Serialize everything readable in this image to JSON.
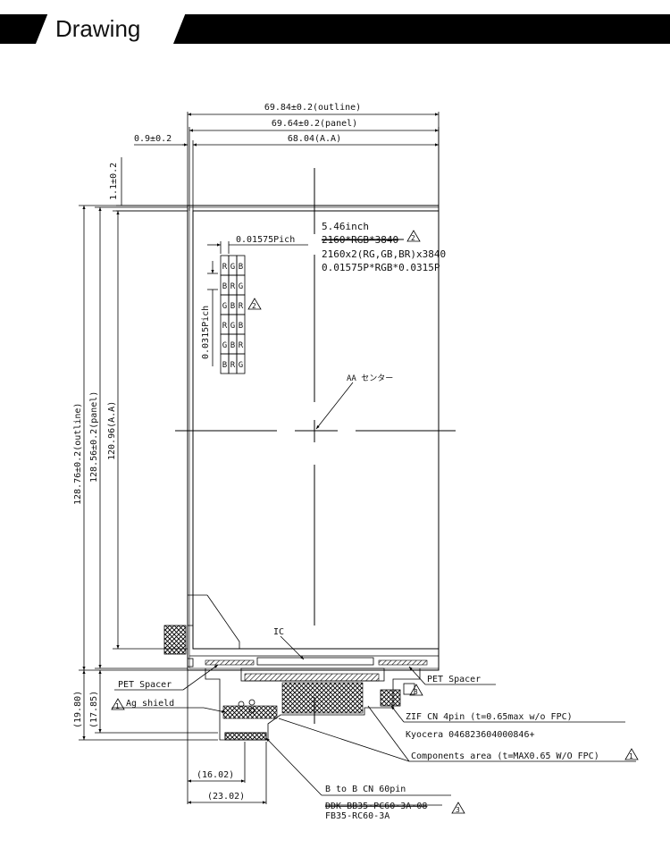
{
  "header": {
    "title": "Drawing"
  },
  "dimensions": {
    "outline_width": "69.84±0.2(outline)",
    "panel_width": "69.64±0.2(panel)",
    "aa_width": "68.04(A.A)",
    "left_offset": "0.9±0.2",
    "top_offset": "1.1±0.2",
    "outline_height": "128.76±0.2(outline)",
    "panel_height": "128.56±0.2(panel)",
    "aa_height": "120.96(A.A)",
    "fpc_height_a": "(19.80)",
    "fpc_height_b": "(17.85)",
    "connector_offset_a": "(16.02)",
    "connector_offset_b": "(23.02)"
  },
  "spec": {
    "size": "5.46inch",
    "old_resolution": "2160*RGB*3840",
    "resolution": "2160x2(RG,GB,BR)x3840",
    "pixel_pitch": "0.01575P*RGB*0.0315P",
    "rev_mark": "2"
  },
  "pixel_layout": {
    "h_pitch": "0.01575Pich",
    "v_pitch": "0.0315Pich",
    "rows": [
      [
        "R",
        "G",
        "B"
      ],
      [
        "B",
        "R",
        "G"
      ],
      [
        "G",
        "B",
        "R"
      ],
      [
        "R",
        "G",
        "B"
      ],
      [
        "G",
        "B",
        "R"
      ],
      [
        "B",
        "R",
        "G"
      ]
    ],
    "rev_mark": "2"
  },
  "labels": {
    "aa_center": "AA センター",
    "ic": "IC",
    "pet_spacer_left": "PET Spacer",
    "pet_spacer_right": "PET Spacer",
    "ag_shield": "Ag shield",
    "zif": "ZIF CN  4pin (t=0.65max w/o FPC)",
    "kyocera": "Kyocera 046823604000846+",
    "components": "Components area (t=MAX0.65 W/O FPC)",
    "btob": "B to B CN 60pin",
    "ddk_old": "DDK BB35-PC60-3A-08",
    "ddk_new": "FB35-RC60-3A",
    "rev_warn": "1",
    "rev3": "3"
  }
}
